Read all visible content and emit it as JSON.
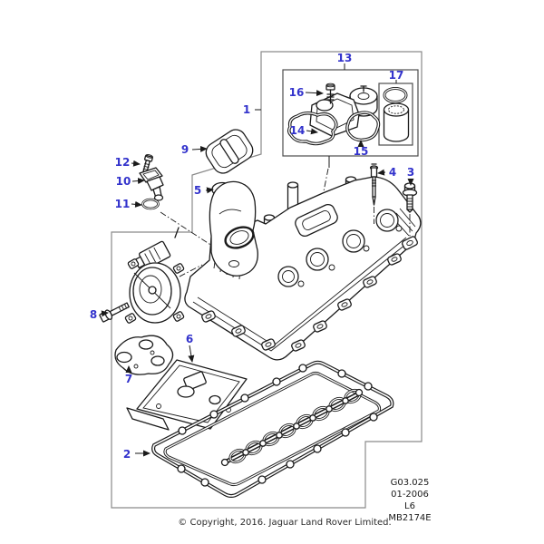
{
  "diagram": {
    "description": "Exploded parts diagram - camshaft cover, six cylinder engine",
    "info_panel": {
      "group_code": "G03.025",
      "date_range": "01-2006",
      "engine": "L6",
      "drawing_ref": "MB2174E"
    },
    "copyright": "© Copyright, 2016. Jaguar Land Rover Limited.",
    "colors": {
      "callout_label": "#3333cc",
      "line_art": "#1a1a1a",
      "frame": "#8a8a8a",
      "background": "#ffffff"
    },
    "callouts": [
      {
        "label": "1"
      },
      {
        "label": "2"
      },
      {
        "label": "3"
      },
      {
        "label": "4"
      },
      {
        "label": "5"
      },
      {
        "label": "6"
      },
      {
        "label": "7"
      },
      {
        "label": "8"
      },
      {
        "label": "9"
      },
      {
        "label": "10"
      },
      {
        "label": "11"
      },
      {
        "label": "12"
      },
      {
        "label": "13"
      },
      {
        "label": "14"
      },
      {
        "label": "15"
      },
      {
        "label": "16"
      },
      {
        "label": "17"
      }
    ]
  }
}
